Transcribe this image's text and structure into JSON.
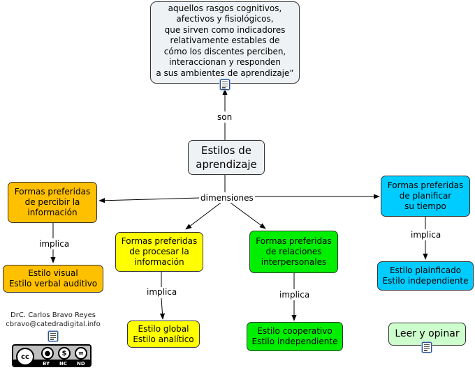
{
  "nodes": {
    "definition": "aquellos rasgos cognitivos,\nafectivos y fisiológicos,\nque sirven como indicadores\nrelativamente estables de\ncómo los discentes perciben,\ninteraccionan y responden\na sus ambientes de aprendizaje”",
    "root": "Estilos de\naprendizaje",
    "perceive": "Formas preferidas\nde percibir la\ninformación",
    "process": "Formas preferidas\nde procesar la\ninformación",
    "relations": "Formas preferidas\nde relaciones\ninterpersonales",
    "plan": "Formas preferidas\nde planificar\nsu tiempo",
    "visual": "Estilo visual\nEstilo verbal auditivo",
    "global": "Estilo global\nEstilo analítico",
    "coop": "Estilo cooperativo\nEstilo independiente",
    "planned": "Estilo plainficado\nEstilo independiente",
    "read": "Leer y opinar"
  },
  "links": {
    "son": "son",
    "dimensiones": "dimensiones",
    "implica_1": "implica",
    "implica_2": "implica",
    "implica_3": "implica",
    "implica_4": "implica"
  },
  "credit": {
    "author": "DrC. Carlos Bravo Reyes",
    "email": "cbravo@catedradigital.info"
  },
  "license": {
    "cc": "cc",
    "by": "BY",
    "nc": "NC",
    "nd": "ND"
  },
  "colors": {
    "definition": "#eef2f4",
    "root": "#eef2f4",
    "orange": "#ffc000",
    "yellow": "#ffff00",
    "green": "#00ee00",
    "blue": "#00ccff",
    "read": "#ccffcc"
  },
  "icons": [
    "document-icon",
    "document-icon",
    "document-icon"
  ]
}
